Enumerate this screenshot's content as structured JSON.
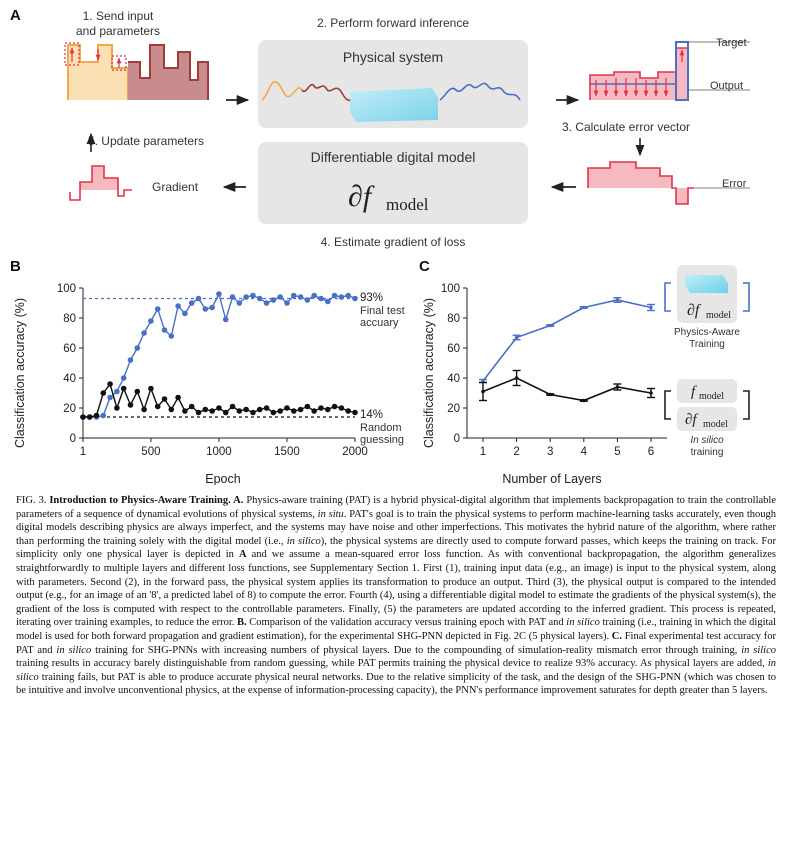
{
  "panel_a": {
    "letter": "A",
    "step1": [
      "1. Send input",
      "and parameters"
    ],
    "step2": "2. Perform forward inference",
    "step3": "3. Calculate error vector",
    "step4": "4. Estimate gradient of loss",
    "step5": "5. Update parameters",
    "physical_system": "Physical system",
    "digital_model": "Differentiable digital model",
    "partial_f": "∂f",
    "model_sub": "model",
    "target_label": "Target",
    "output_label": "Output",
    "error_label": "Error",
    "gradient_label": "Gradient",
    "colors": {
      "orange": "#f2a94a",
      "darkred": "#a23b3b",
      "blue": "#4a6fc7",
      "red": "#e0334a",
      "pink": "#f6b9c0",
      "box": "#e6e6e6",
      "cyan": "#8fdcf0"
    }
  },
  "panel_b": {
    "letter": "B",
    "annotations": {
      "top_pct": "93%",
      "top_text": [
        "Final test",
        "accuary"
      ],
      "bottom_pct": "14%",
      "bottom_text": [
        "Random",
        "guessing"
      ]
    }
  },
  "panel_c": {
    "letter": "C",
    "pat_label": [
      "Physics-Aware",
      "Training"
    ],
    "insilico_label": [
      "In silico",
      "training"
    ],
    "f_model": "f",
    "partial_f": "∂f",
    "model_sub": "model"
  },
  "chart_data": [
    {
      "type": "line",
      "xlabel": "Epoch",
      "ylabel": "Classification accuracy (%)",
      "xlim": [
        1,
        2000
      ],
      "ylim": [
        0,
        100
      ],
      "xticks": [
        1,
        500,
        1000,
        1500,
        2000
      ],
      "yticks": [
        0,
        20,
        40,
        60,
        80,
        100
      ],
      "reference_lines": [
        {
          "y": 93,
          "color": "#4a6fc7"
        },
        {
          "y": 14,
          "color": "#111111"
        }
      ],
      "series": [
        {
          "color": "#4a6fc7",
          "x": [
            1,
            50,
            100,
            150,
            200,
            250,
            300,
            350,
            400,
            450,
            500,
            550,
            600,
            650,
            700,
            750,
            800,
            850,
            900,
            950,
            1000,
            1050,
            1100,
            1150,
            1200,
            1250,
            1300,
            1350,
            1400,
            1450,
            1500,
            1550,
            1600,
            1650,
            1700,
            1750,
            1800,
            1850,
            1900,
            1950,
            2000
          ],
          "y": [
            14,
            14,
            14,
            15,
            27,
            31,
            40,
            52,
            60,
            70,
            78,
            86,
            72,
            68,
            88,
            83,
            90,
            93,
            86,
            87,
            96,
            79,
            94,
            90,
            94,
            95,
            93,
            90,
            92,
            94,
            90,
            95,
            94,
            92,
            95,
            93,
            91,
            95,
            94,
            95,
            93
          ]
        },
        {
          "color": "#111111",
          "x": [
            1,
            50,
            100,
            150,
            200,
            250,
            300,
            350,
            400,
            450,
            500,
            550,
            600,
            650,
            700,
            750,
            800,
            850,
            900,
            950,
            1000,
            1050,
            1100,
            1150,
            1200,
            1250,
            1300,
            1350,
            1400,
            1450,
            1500,
            1550,
            1600,
            1650,
            1700,
            1750,
            1800,
            1850,
            1900,
            1950,
            2000
          ],
          "y": [
            14,
            14,
            15,
            30,
            36,
            20,
            33,
            22,
            31,
            19,
            33,
            21,
            26,
            19,
            27,
            18,
            21,
            17,
            19,
            18,
            20,
            17,
            21,
            18,
            19,
            17,
            19,
            20,
            17,
            18,
            20,
            18,
            19,
            21,
            18,
            20,
            19,
            21,
            20,
            18,
            17
          ]
        }
      ]
    },
    {
      "type": "line",
      "xlabel": "Number of Layers",
      "ylabel": "Classification accuracy (%)",
      "xlim": [
        1,
        6
      ],
      "ylim": [
        0,
        100
      ],
      "xticks": [
        1,
        2,
        3,
        4,
        5,
        6
      ],
      "yticks": [
        0,
        20,
        40,
        60,
        80,
        100
      ],
      "series": [
        {
          "color": "#4a6fc7",
          "x": [
            1,
            2,
            3,
            4,
            5,
            6
          ],
          "y": [
            38,
            67,
            75,
            87,
            92,
            87
          ],
          "err": [
            1,
            1.5,
            0.5,
            0.5,
            1.5,
            2
          ]
        },
        {
          "color": "#111111",
          "x": [
            1,
            2,
            3,
            4,
            5,
            6
          ],
          "y": [
            31,
            40,
            29,
            25,
            34,
            30
          ],
          "err": [
            6,
            5,
            0.5,
            0.5,
            2,
            3
          ]
        }
      ]
    }
  ],
  "caption": {
    "lead": "FIG. 3.",
    "title": "Introduction to Physics-Aware Training.",
    "seg": [
      " A.",
      " Physics-aware training (PAT) is a hybrid physical-digital algorithm that implements backpropagation to train the controllable parameters of a sequence of dynamical evolutions of physical systems, ",
      "in situ",
      ". PAT's goal is to train the physical systems to perform machine-learning tasks accurately, even though digital models describing physics are always imperfect, and the systems may have noise and other imperfections. This motivates the hybrid nature of the algorithm, where rather than performing the training solely with the digital model (i.e., ",
      "in silico",
      "), the physical systems are directly used to compute forward passes, which keeps the training on track. For simplicity only one physical layer is depicted in ",
      "A",
      " and we assume a mean-squared error loss function. As with conventional backpropagation, the algorithm generalizes straightforwardly to multiple layers and different loss functions, see Supplementary Section 1. First (1), training input data (e.g., an image) is input to the physical system, along with parameters. Second (2), in the forward pass, the physical system applies its transformation to produce an output. Third (3), the physical output is compared to the intended output (e.g., for an image of an '8', a predicted label of 8) to compute the error. Fourth (4), using a differentiable digital model to estimate the gradients of the physical system(s), the gradient of the loss is computed with respect to the controllable parameters. Finally, (5) the parameters are updated according to the inferred gradient. This process is repeated, iterating over training examples, to reduce the error. ",
      "B.",
      " Comparison of the validation accuracy versus training epoch with PAT and ",
      "in silico",
      " training (i.e., training in which the digital model is used for both forward propagation and gradient estimation), for the experimental SHG-PNN depicted in Fig. 2C (5 physical layers). ",
      "C.",
      " Final experimental test accuracy for PAT and ",
      "in silico",
      " training for SHG-PNNs with increasing numbers of physical layers. Due to the compounding of simulation-reality mismatch error through training, ",
      "in silico",
      " training results in accuracy barely distinguishable from random guessing, while PAT permits training the physical device to realize 93% accuracy. As physical layers are added, ",
      "in silico",
      " training fails, but PAT is able to produce accurate physical neural networks. Due to the relative simplicity of the task, and the design of the SHG-PNN (which was chosen to be intuitive and involve unconventional physics, at the expense of information-processing capacity), the PNN's performance improvement saturates for depth greater than 5 layers."
    ]
  }
}
